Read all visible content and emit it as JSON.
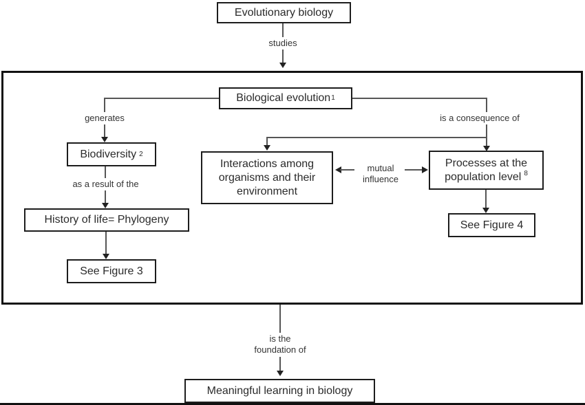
{
  "diagram": {
    "top_node": {
      "label": "Evolutionary biology"
    },
    "edges": {
      "studies": "studies",
      "generates": "generates",
      "consequence": "is a consequence of",
      "result": "as a result of the",
      "mutual": {
        "line1": "mutual",
        "line2": "influence"
      },
      "foundation": {
        "line1": "is the",
        "line2": "foundation of"
      }
    },
    "container": {
      "root_node": {
        "label": "Biological evolution",
        "superscript": "1"
      },
      "biodiversity_node": {
        "label": "Biodiversity",
        "superscript": "2"
      },
      "phylogeny_node": {
        "label": "History of life= Phylogeny"
      },
      "see_figure_3_node": {
        "label": "See Figure 3"
      },
      "interactions_node": {
        "label": "Interactions among organisms and their environment"
      },
      "processes_node": {
        "label": "Processes at the population level",
        "superscript": "8"
      },
      "see_figure_4_node": {
        "label": "See Figure 4"
      }
    },
    "bottom_node": {
      "label": "Meaningful learning in biology"
    }
  },
  "colors": {
    "background": "#ffffff",
    "box_border": "#1c1c1c",
    "container_border": "#111111",
    "connector": "#555555",
    "text": "#2a2a2a"
  }
}
